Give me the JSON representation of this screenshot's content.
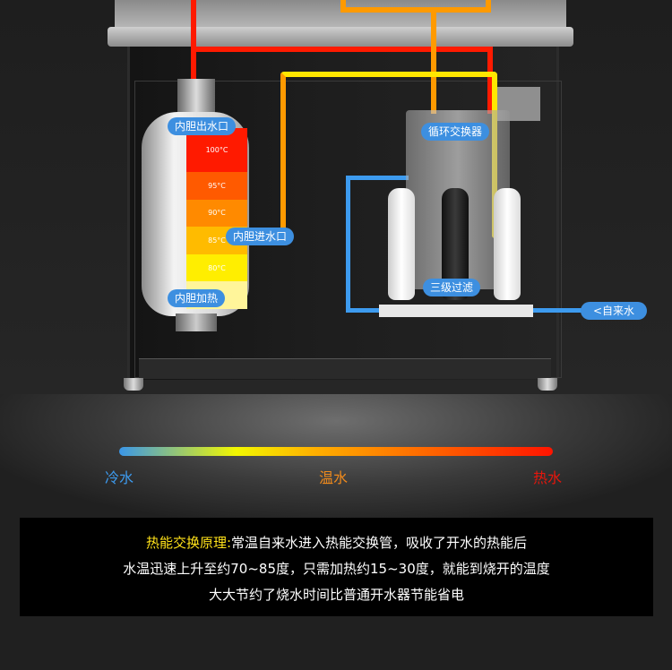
{
  "labels": {
    "tank_outlet": "内胆出水口",
    "tank_inlet": "内胆进水口",
    "tank_heating": "内胆加热",
    "heat_exchanger": "循环交换器",
    "three_stage_filter": "三级过滤",
    "tap_water": "<自来水"
  },
  "temperature_scale": [
    "100°C",
    "95°C",
    "90°C",
    "85°C",
    "80°C",
    ""
  ],
  "temperature_colors": [
    "#ff1a00",
    "#ff5a00",
    "#ff8a00",
    "#ffbb00",
    "#ffee00",
    "#fff59a"
  ],
  "pipe_colors": {
    "hot": "#ff1a00",
    "warm": "#ff9a00",
    "exchange": "#ffe600",
    "cold": "#3d9bef"
  },
  "gradient_legend": {
    "cold": {
      "text": "冷水",
      "color": "#3d9bef"
    },
    "warm": {
      "text": "温水",
      "color": "#f08a1c"
    },
    "hot": {
      "text": "热水",
      "color": "#e8160c"
    }
  },
  "description": {
    "title": "热能交换原理:",
    "line1": "常温自来水进入热能交换管，吸收了开水的热能后",
    "line2": "水温迅速上升至约70~85度，只需加热约15~30度，就能到烧开的温度",
    "line3": "大大节约了烧水时间比普通开水器节能省电"
  }
}
